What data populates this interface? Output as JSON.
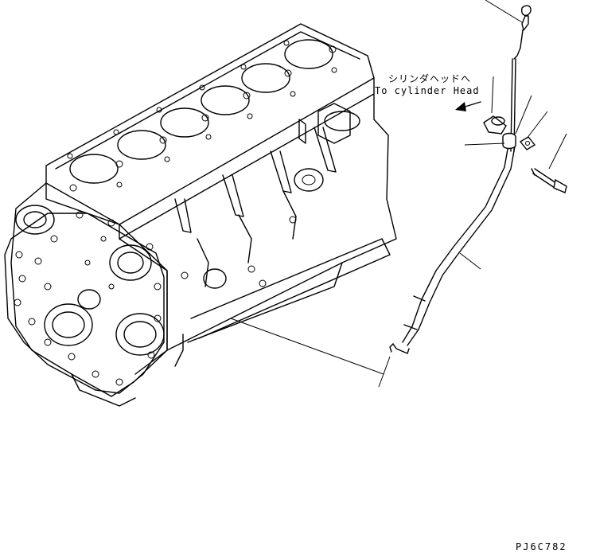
{
  "diagram": {
    "labels": {
      "cylinder_head_ja": "シリンダヘッドへ",
      "cylinder_head_en": "To cylinder Head",
      "drawing_code": "PJ6C782"
    },
    "icons": {
      "direction_arrow": "arrow-left-down-icon"
    }
  }
}
